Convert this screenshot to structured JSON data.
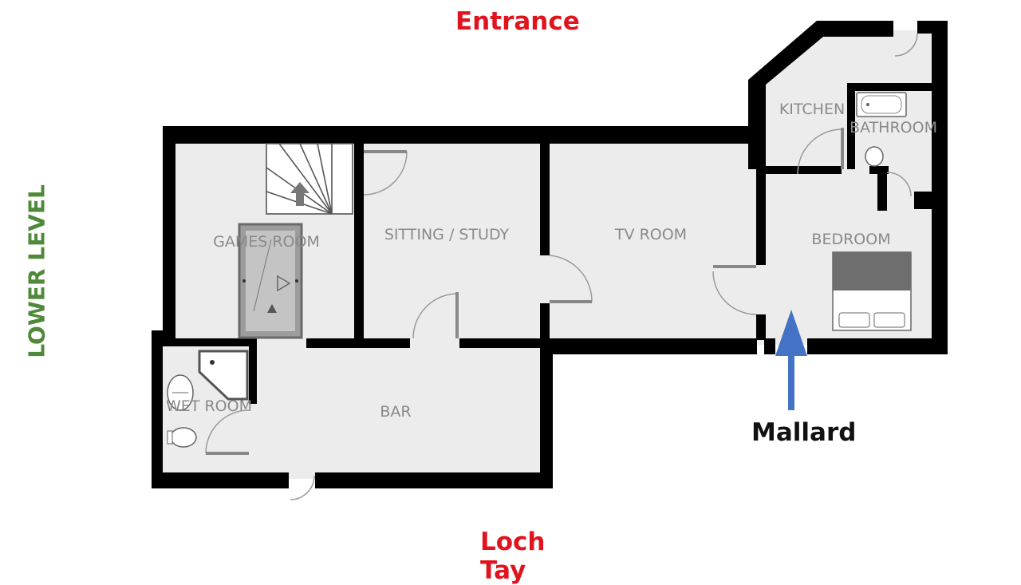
{
  "labels": {
    "entrance": "Entrance",
    "loch": "Loch Tay",
    "level": "LOWER LEVEL",
    "marker": "Mallard"
  },
  "rooms": {
    "games": "GAMES ROOM",
    "sitting": "SITTING / STUDY",
    "tv": "TV ROOM",
    "kitchen": "KITCHEN",
    "bathroom": "BATHROOM",
    "bedroom": "BEDROOM",
    "wet": "WET ROOM",
    "bar": "BAR"
  },
  "colors": {
    "wall": "#000000",
    "floor": "#ececec",
    "room_text": "#8a8a8a",
    "accent_red": "#e0141e",
    "level_green": "#4e8a3a",
    "arrow_blue": "#4472c4"
  },
  "icons": [
    "staircase-icon",
    "pool-table-icon",
    "bath-icon",
    "toilet-icon",
    "sink-icon",
    "shower-icon",
    "bed-icon",
    "arrow-up-icon"
  ]
}
